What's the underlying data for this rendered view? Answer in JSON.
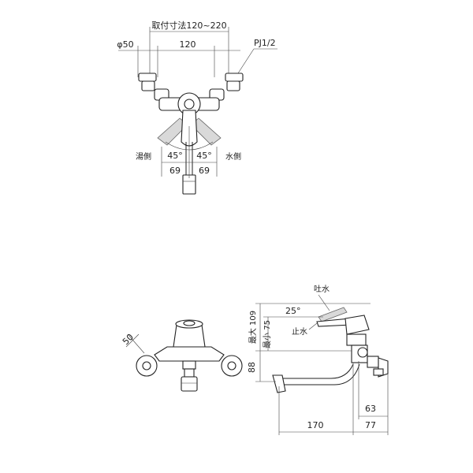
{
  "labels": {
    "mount_range": "取付寸法120~220",
    "diameter": "φ50",
    "pitch": "120",
    "pipe_thread": "PJ1/2",
    "hot_side": "湯側",
    "cold_side": "水側",
    "angle_left": "45°",
    "angle_right": "45°",
    "offset_left": "69",
    "offset_right": "69",
    "front_50": "50",
    "spout_open": "吐水",
    "lever_angle": "25°",
    "spout_close": "止水",
    "max_109": "最大 109",
    "min_75": "最小 75",
    "height_88": "88",
    "spout_170": "170",
    "depth_77": "77",
    "depth_63": "63"
  }
}
